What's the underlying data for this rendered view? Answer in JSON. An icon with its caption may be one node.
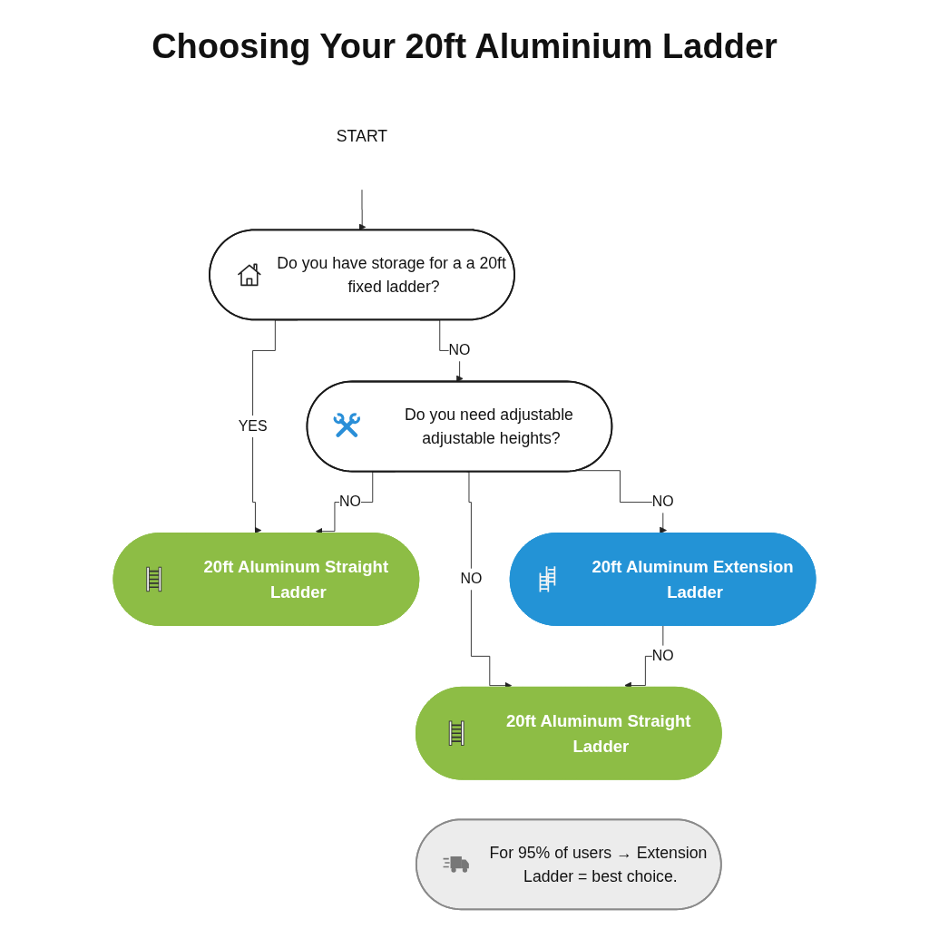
{
  "diagram": {
    "title": "Choosing Your 20ft Aluminium Ladder",
    "nodes": [
      {
        "text": [
          "START"
        ]
      },
      {
        "text": [
          "Do you have storage for a a 20ft fixed ladder?"
        ]
      },
      {
        "text": [
          "Do you need adjustable adjustable heights?"
        ]
      },
      {
        "text": [
          "20ft Aluminum Straight Ladder"
        ]
      },
      {
        "text": [
          "20ft Aluminum Extension Ladder"
        ]
      },
      {
        "text": [
          "20ft Aluminum Straight Ladder"
        ]
      },
      {
        "text": [
          "For 95% of users → Extension Ladder = best choice."
        ]
      }
    ],
    "edges": [
      {
        "from": 0,
        "to": 1,
        "arrow": "to"
      },
      {
        "from": 1,
        "to": 3,
        "arrow": "to",
        "label": "YES"
      },
      {
        "from": 1,
        "to": 2,
        "arrow": "to",
        "label": "NO"
      },
      {
        "from": 2,
        "to": 3,
        "arrow": "to",
        "label": "NO"
      },
      {
        "from": 2,
        "to": 4,
        "arrow": "to",
        "label": "NO"
      },
      {
        "from": 2,
        "to": 5,
        "arrow": "to",
        "label": "NO"
      },
      {
        "from": 4,
        "to": 5,
        "arrow": "to",
        "label": "NO"
      }
    ]
  }
}
